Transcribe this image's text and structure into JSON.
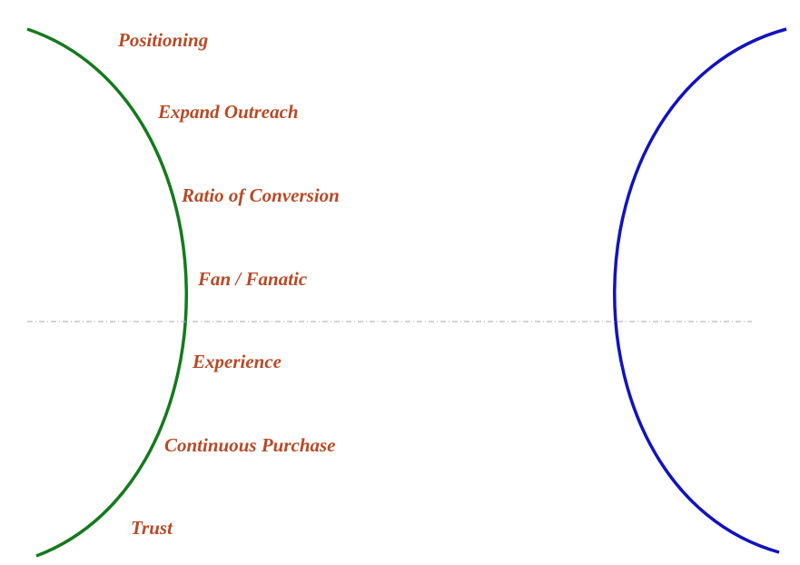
{
  "colors": {
    "label": "#b84a26",
    "left_curve": "#147a1c",
    "right_curve": "#1212c0",
    "divider": "#aaaaaa"
  },
  "labels": [
    "Positioning",
    "Expand Outreach",
    "Ratio of Conversion",
    "Fan / Fanatic",
    "Experience",
    "Continuous Purchase",
    "Trust"
  ]
}
